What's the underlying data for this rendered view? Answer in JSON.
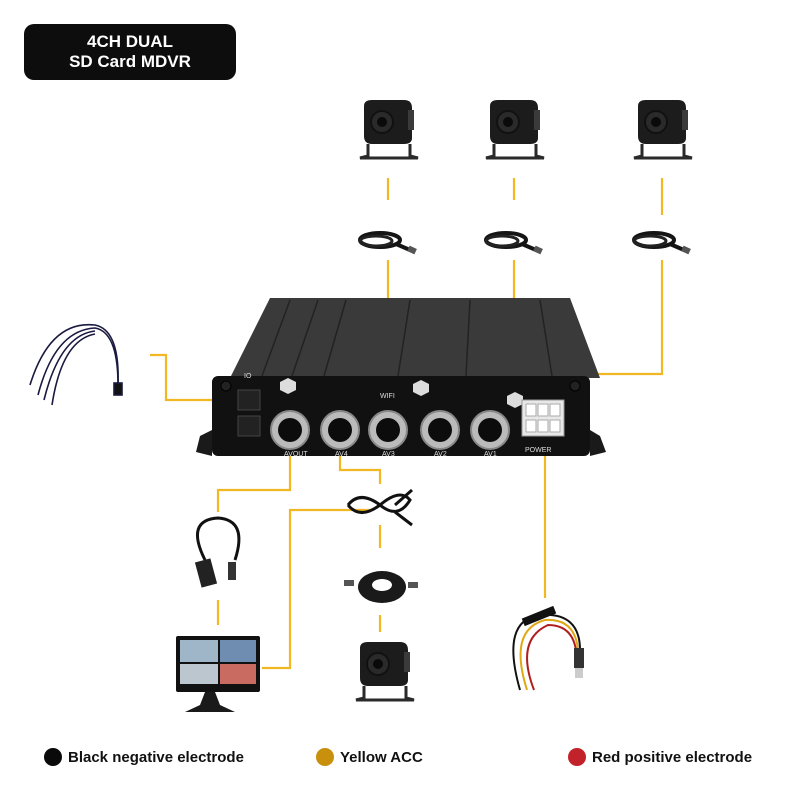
{
  "title": {
    "line1": "4CH DUAL",
    "line2": "SD Card MDVR"
  },
  "device": {
    "labels": {
      "io": "IO",
      "wifi": "WIFI",
      "power": "POWER"
    },
    "ports": [
      "AVOUT",
      "AV4",
      "AV3",
      "AV2",
      "AV1"
    ]
  },
  "components": [
    {
      "name": "camera",
      "count": 4
    },
    {
      "name": "extension-cable",
      "count": 4
    },
    {
      "name": "io-wire-harness",
      "count": 1
    },
    {
      "name": "av-out-adapter-cable",
      "count": 1
    },
    {
      "name": "y-splitter-cable",
      "count": 1
    },
    {
      "name": "monitor",
      "count": 1
    },
    {
      "name": "power-cable",
      "count": 1
    }
  ],
  "legend": [
    {
      "label": "Black negative electrode",
      "color": "#0a0a0a"
    },
    {
      "label": "Yellow ACC",
      "color": "#c8900c"
    },
    {
      "label": "Red positive electrode",
      "color": "#c2232a"
    }
  ],
  "colors": {
    "connector_line": "#f2b824"
  }
}
